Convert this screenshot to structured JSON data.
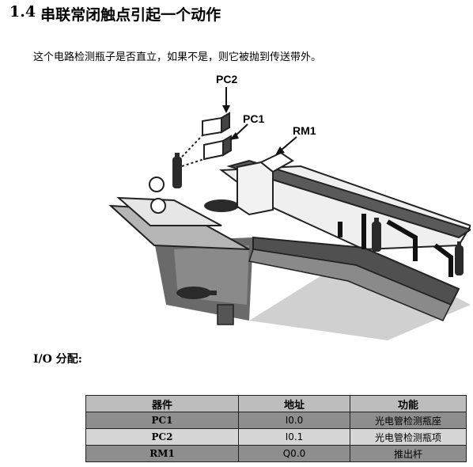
{
  "heading": {
    "number": "1.4",
    "text": "串联常闭触点引起一个动作"
  },
  "description": "这个电路检测瓶子是否直立，如果不是，则它被抛到传送带外。",
  "figure_labels": {
    "pc2": "PC2",
    "pc1": "PC1",
    "rm1": "RM1"
  },
  "io_label": "I/O 分配:",
  "table": {
    "headers": [
      "器件",
      "地址",
      "功能"
    ],
    "rows": [
      {
        "device": "PC1",
        "address": "I0.0",
        "function": "光电管检测瓶座"
      },
      {
        "device": "PC2",
        "address": "I0.1",
        "function": "光电管检测瓶项"
      },
      {
        "device": "RM1",
        "address": "Q0.0",
        "function": "推出杆"
      }
    ]
  }
}
